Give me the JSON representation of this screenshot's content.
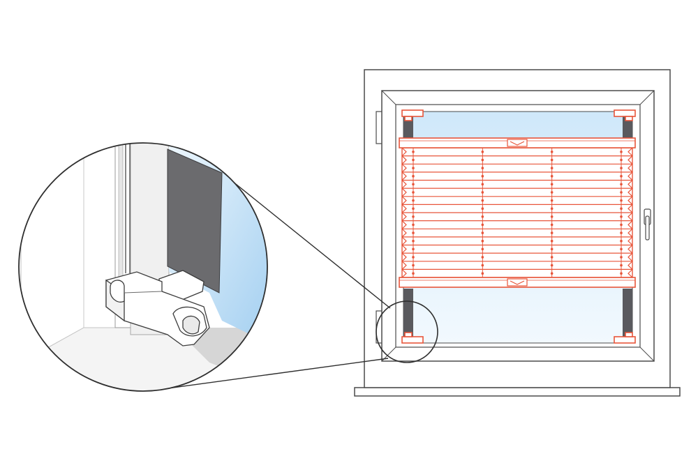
{
  "diagram": {
    "colors": {
      "frame": "#4a4a4a",
      "blind": "#e8553a",
      "glass": "#cfe8fa",
      "glass_light": "#eef7fd",
      "fabric_dark": "#6b6b6e",
      "wall": "#d9d9d9",
      "detail_blue": "#a9d3f2",
      "background": "#ffffff"
    },
    "blind": {
      "pleat_count": 16,
      "cord_columns": 4
    },
    "parts": [
      "window-frame",
      "window-sash",
      "glass-pane",
      "pleated-blind",
      "top-rail",
      "bottom-rail",
      "corner-brackets",
      "window-handle",
      "window-sill",
      "magnifier-circle",
      "bracket-clamp-detail"
    ]
  }
}
